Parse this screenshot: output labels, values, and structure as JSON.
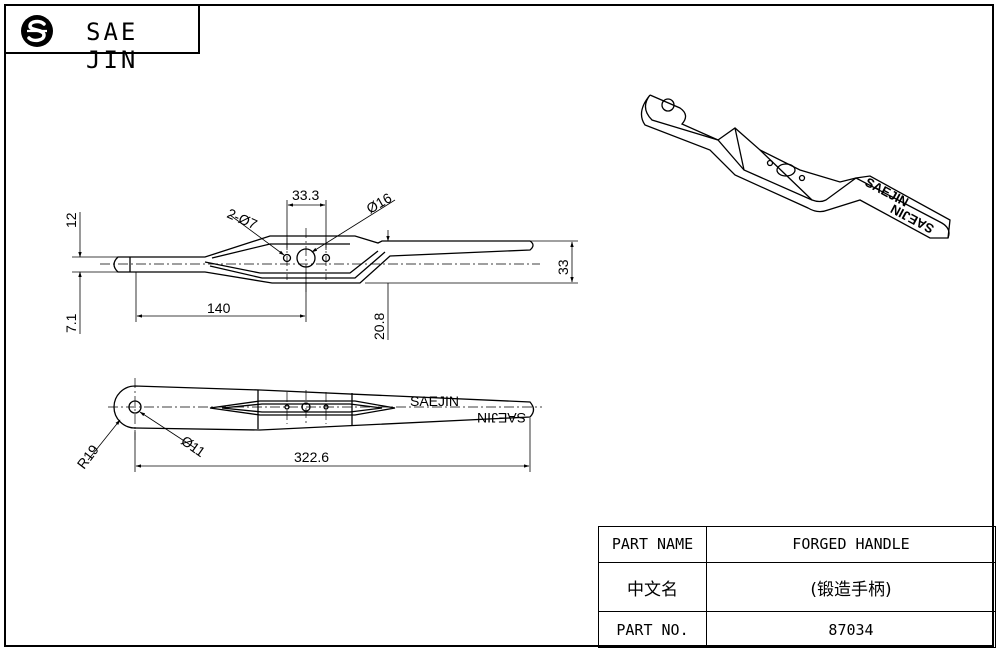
{
  "logo": {
    "text": "SAE JIN",
    "icon": "sj-logo-icon"
  },
  "dimensions": {
    "d12": "12",
    "d7_1": "7.1",
    "d140": "140",
    "d2_7": "2-Ø7",
    "d33_3": "33.3",
    "d16": "Ø16",
    "d33": "33",
    "d20_8": "20.8",
    "d19": "R19",
    "d11": "Ø11",
    "d322_6": "322.6"
  },
  "markings": {
    "front": "SAEJIN",
    "back": "SAEJIN"
  },
  "title_block": {
    "rows": [
      {
        "key": "PART NAME",
        "value": "FORGED HANDLE"
      },
      {
        "key": "中文名",
        "value": "(锻造手柄)"
      },
      {
        "key": "PART NO.",
        "value": "87034"
      }
    ]
  }
}
